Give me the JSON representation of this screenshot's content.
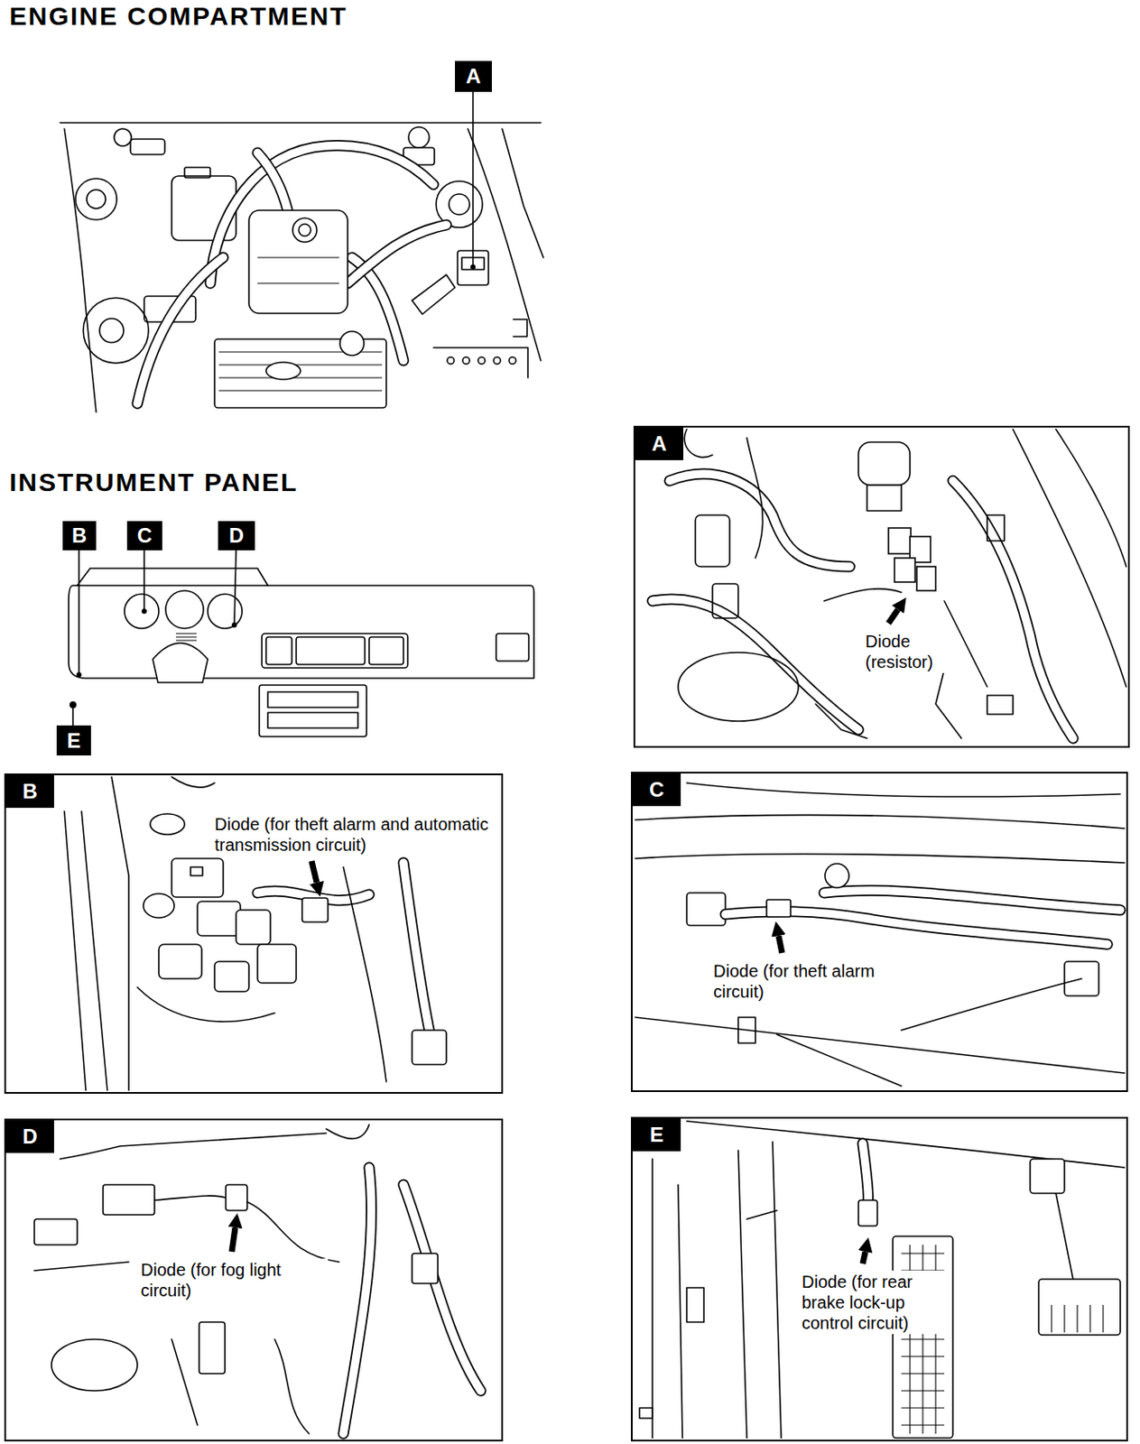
{
  "diagram": {
    "nodes": [
      {
        "text": [
          "A"
        ]
      },
      {
        "text": [
          "B"
        ]
      },
      {
        "text": [
          "C"
        ]
      },
      {
        "text": [
          "D"
        ]
      },
      {
        "text": [
          "E"
        ]
      },
      {
        "text": [
          "Diode (resistor)"
        ]
      },
      {
        "text": [
          "A"
        ],
        "in": 5
      },
      {
        "text": [
          "Diode (for theft alarm and automatic transmission circuit)"
        ]
      },
      {
        "text": [
          "B"
        ],
        "in": 7
      },
      {
        "text": [
          "Diode (for theft alarm circuit)"
        ]
      },
      {
        "text": [
          "C"
        ],
        "in": 9
      },
      {
        "text": [
          "Diode (for fog light circuit)"
        ]
      },
      {
        "text": [
          "D"
        ],
        "in": 11
      },
      {
        "text": [
          "Diode (for rear brake lock-up control circuit)"
        ]
      },
      {
        "text": [
          "E"
        ],
        "in": 13
      }
    ],
    "labels": [
      "ENGINE COMPARTMENT",
      "INSTRUMENT PANEL"
    ]
  }
}
